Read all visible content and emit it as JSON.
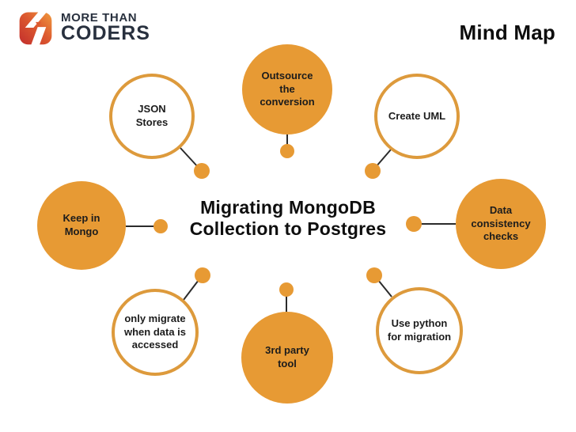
{
  "header": {
    "logo": {
      "line1": "MORE THAN",
      "line2": "CODERS"
    },
    "page_title": "Mind Map"
  },
  "center": {
    "title": "Migrating MongoDB Collection to Postgres"
  },
  "nodes": [
    {
      "label": "JSON Stores",
      "style": "outline"
    },
    {
      "label": "Outsource the conversion",
      "style": "filled"
    },
    {
      "label": "Create UML",
      "style": "outline"
    },
    {
      "label": "Keep in Mongo",
      "style": "filled"
    },
    {
      "label": "Data consistency checks",
      "style": "filled"
    },
    {
      "label": "only migrate when data is accessed",
      "style": "outline"
    },
    {
      "label": "3rd party tool",
      "style": "filled"
    },
    {
      "label": "Use python for migration",
      "style": "outline"
    }
  ],
  "colors": {
    "accent_orange": "#e79a34",
    "outline_border_orange": "#dd9a3c",
    "connector_dark": "#2b2b2b",
    "logo_red": "#c22e2c",
    "logo_orange": "#f09a3e",
    "logo_text_navy": "#28303e",
    "title_black": "#0e0e0e"
  }
}
